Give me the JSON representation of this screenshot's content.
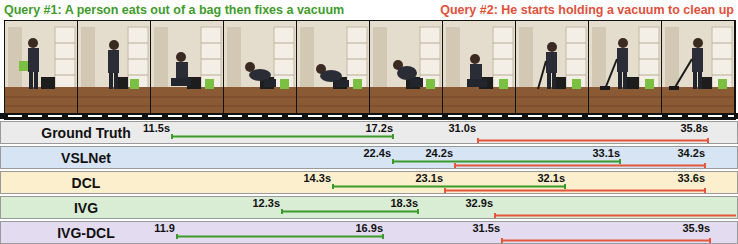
{
  "diagram": {
    "nodes": [
      {
        "text": [
          "Ground Truth",
          "11.5s",
          "17.2s",
          "31.0s",
          "35.8s"
        ]
      },
      {
        "text": [
          "VSLNet",
          "22.4s",
          "24.2s",
          "33.1s",
          "34.2s"
        ]
      },
      {
        "text": [
          "DCL",
          "14.3s",
          "23.1s",
          "32.1s",
          "33.6s"
        ]
      },
      {
        "text": [
          "IVG",
          "12.3s",
          "18.3s",
          "32.9s"
        ]
      },
      {
        "text": [
          "IVG-DCL",
          "11.9",
          "16.9s",
          "31.5s",
          "35.9s"
        ]
      }
    ],
    "labels": [
      "Query #1: A person eats out of a bag then fixes a vacuum",
      "Query #2: He starts holding a vacuum to clean up"
    ]
  }
}
